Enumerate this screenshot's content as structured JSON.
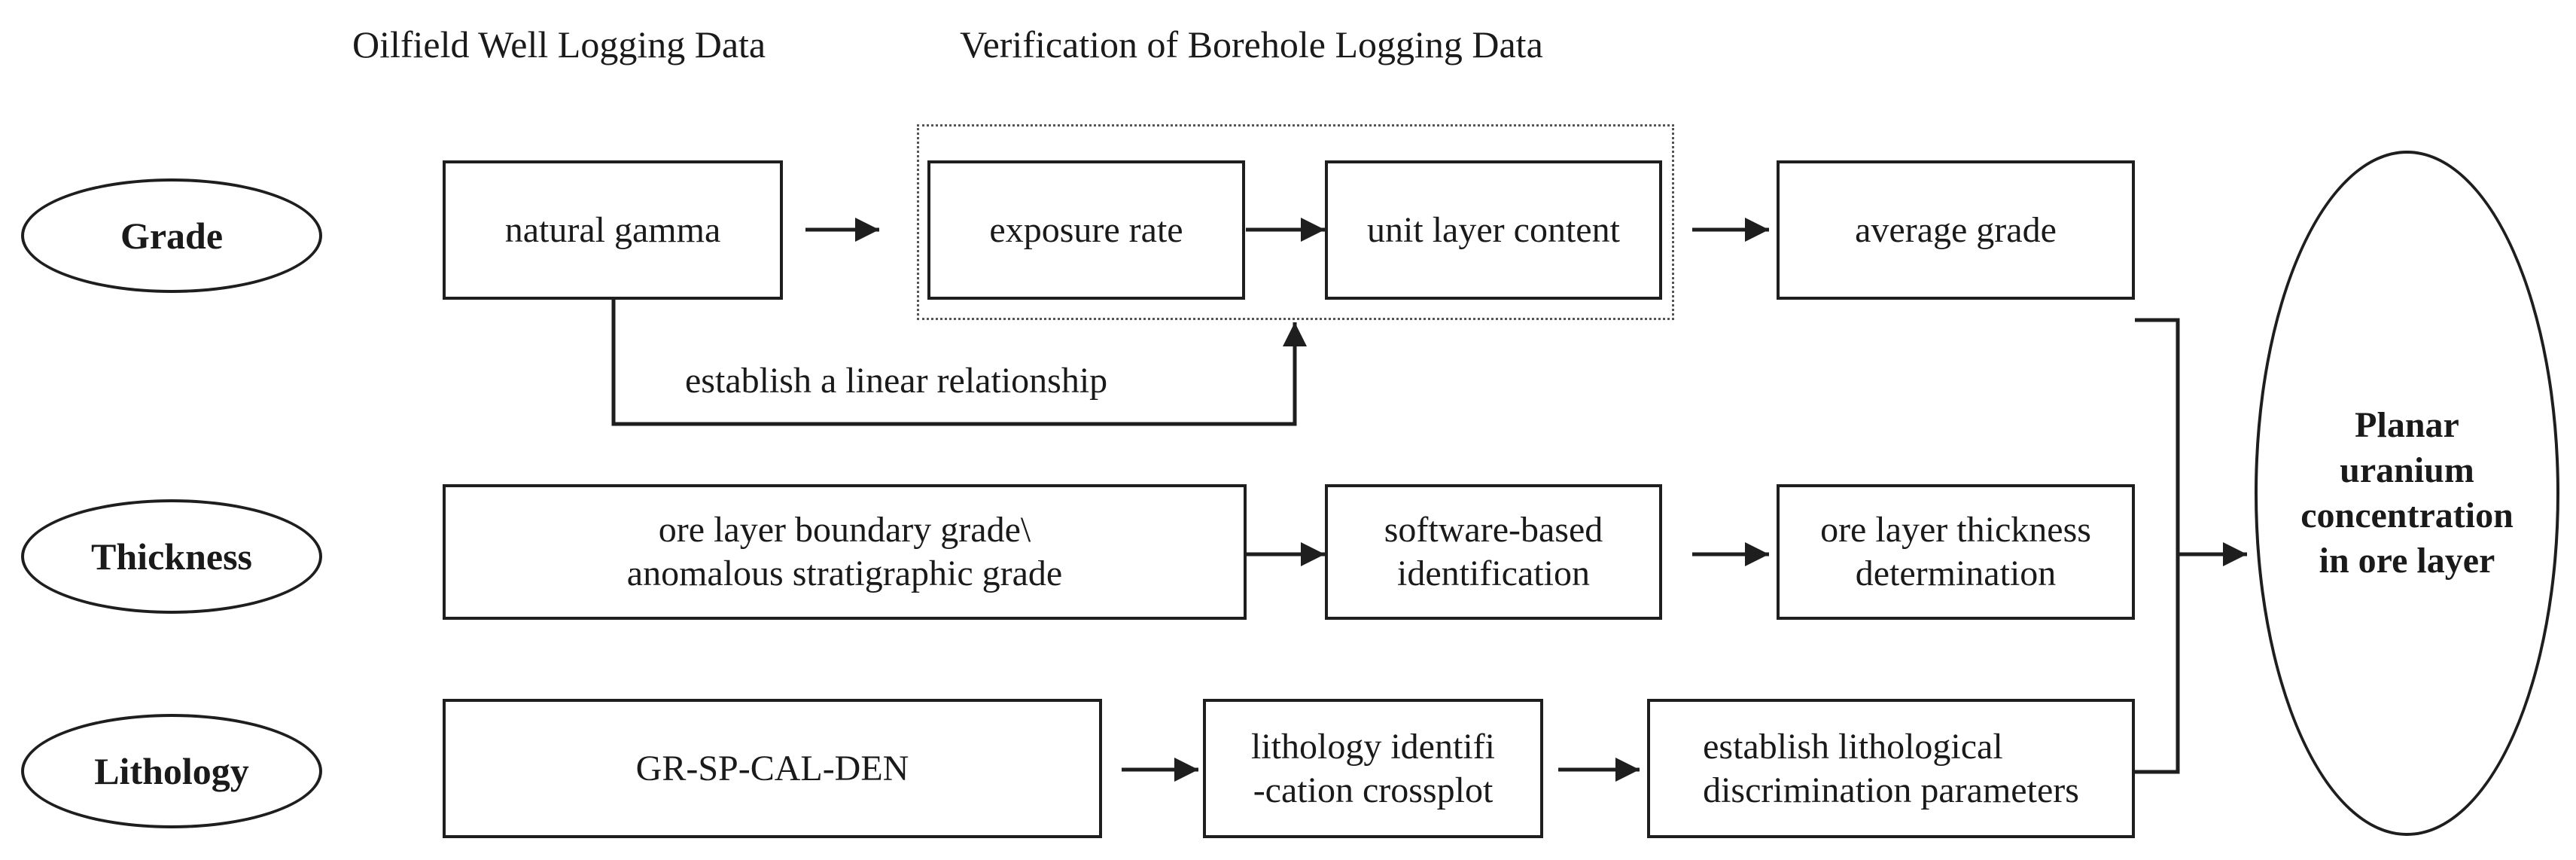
{
  "headers": {
    "oilfield": "Oilfield Well Logging Data",
    "verification": "Verification of Borehole Logging Data"
  },
  "categories": {
    "grade": "Grade",
    "thickness": "Thickness",
    "lithology": "Lithology"
  },
  "grade_row": {
    "natural_gamma": "natural gamma",
    "exposure_rate": "exposure rate",
    "unit_layer_content": "unit layer content",
    "average_grade": "average grade",
    "relationship_label": "establish a linear relationship"
  },
  "thickness_row": {
    "boundary_line1": "ore layer boundary grade\\",
    "boundary_line2": "anomalous stratigraphic grade",
    "software_line1": "software-based",
    "software_line2": "identification",
    "determination_line1": "ore layer thickness",
    "determination_line2": "determination"
  },
  "lithology_row": {
    "log_curves": "GR-SP-CAL-DEN",
    "crossplot_line1": "lithology identifi",
    "crossplot_line2": "-cation crossplot",
    "params_line1": "establish lithological",
    "params_line2": "discrimination parameters"
  },
  "result": {
    "line1": "Planar",
    "line2": "uranium",
    "line3": "concentration",
    "line4": "in ore layer"
  },
  "colors": {
    "stroke": "#1e1e1e",
    "text": "#1a1a1a",
    "dashed_frame": "#555555",
    "background": "#ffffff"
  }
}
